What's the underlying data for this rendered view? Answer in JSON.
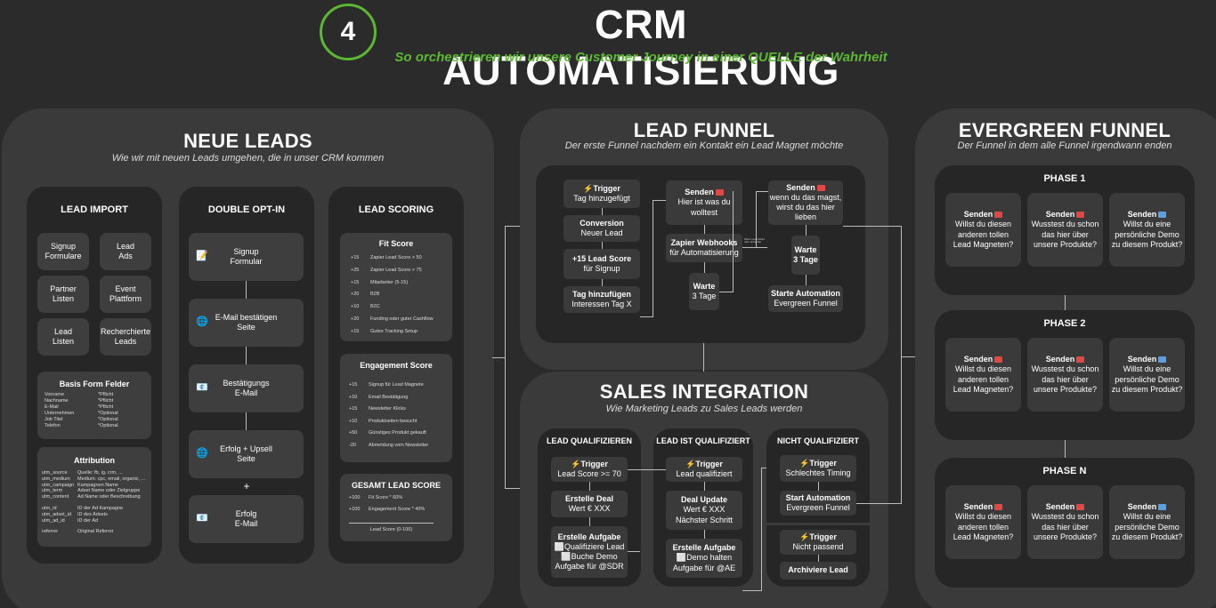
{
  "header": {
    "step_number": "4",
    "title": "CRM AUTOMATISIERUNG",
    "subtitle": "So orchestrieren wir unsere Customer Journey in einer QUELLE der Wahrheit",
    "accent": "#5cb832"
  },
  "neue_leads": {
    "title": "NEUE LEADS",
    "subtitle": "Wie wir mit neuen Leads umgehen, die in unser CRM kommen",
    "lead_import": {
      "title": "LEAD IMPORT",
      "items": [
        [
          "Signup",
          "Formulare"
        ],
        [
          "Lead",
          "Ads"
        ],
        [
          "Partner",
          "Listen"
        ],
        [
          "Event",
          "Plattform"
        ],
        [
          "Lead",
          "Listen"
        ],
        [
          "Recherchierte",
          "Leads"
        ]
      ],
      "basis_title": "Basis Form Felder",
      "basis_fields": [
        [
          "Vorname",
          "*Pflicht"
        ],
        [
          "Nachname",
          "*Pflicht"
        ],
        [
          "E-Mail",
          "*Pflicht"
        ],
        [
          "Unternehmen",
          "*Optional"
        ],
        [
          "Job Titel",
          "*Optional"
        ],
        [
          "Telefon",
          "*Optional"
        ]
      ],
      "attribution_title": "Attribution",
      "attribution_rows": [
        [
          "utm_source",
          "Quelle: fb, ig, crm, ..."
        ],
        [
          "utm_medium",
          "Medium: cpc, email, organic, ..."
        ],
        [
          "utm_campaign",
          "Kampagnen Name"
        ],
        [
          "utm_term",
          "Adset Name oder Zielgruppe"
        ],
        [
          "utm_content",
          "Ad Name oder Beschreibung"
        ],
        [
          "utm_id",
          "ID der Ad Kampagne"
        ],
        [
          "utm_adset_id",
          "ID des Adsets"
        ],
        [
          "utm_ad_id",
          "ID der Ad"
        ],
        [
          "referrer",
          "Original Referrer"
        ]
      ]
    },
    "double_opt_in": {
      "title": "DOUBLE OPT-IN",
      "steps": [
        [
          "Signup",
          "Formular"
        ],
        [
          "E-Mail bestätigen",
          "Seite"
        ],
        [
          "Bestätigungs",
          "E-Mail"
        ],
        [
          "Erfolg + Upsell",
          "Seite"
        ],
        [
          "Erfolg",
          "E-Mail"
        ]
      ],
      "plus": "+"
    },
    "lead_scoring": {
      "title": "LEAD SCORING",
      "fit_title": "Fit Score",
      "fit_rows": [
        [
          "+15",
          "Zapier Lead Score > 50"
        ],
        [
          "+25",
          "Zapier Lead Score > 75"
        ],
        [
          "+15",
          "Mitarbeiter (5-15)"
        ],
        [
          "+20",
          "B2B"
        ],
        [
          "+10",
          "B2C"
        ],
        [
          "+20",
          "Funding oder guter Cashflow"
        ],
        [
          "+15",
          "Gutes Tracking Setup"
        ]
      ],
      "engagement_title": "Engagement Score",
      "engagement_rows": [
        [
          "+15",
          "Signup für Lead Magnete"
        ],
        [
          "+10",
          "Email Bestätigung"
        ],
        [
          "+15",
          "Newsletter Klicks"
        ],
        [
          "+10",
          "Produktseiten besucht"
        ],
        [
          "+50",
          "Günstiges Produkt gekauft"
        ],
        [
          "-20",
          "Abmeldung vom Newsletter"
        ]
      ],
      "total_title": "GESAMT LEAD SCORE",
      "total_rows": [
        [
          "+100",
          "Fit Score * 60%"
        ],
        [
          "+100",
          "Engagement Score * 40%"
        ]
      ],
      "total_result": "Lead Score (0-100)"
    }
  },
  "lead_funnel": {
    "title": "LEAD FUNNEL",
    "subtitle": "Der erste Funnel nachdem ein Kontakt ein Lead Magnet möchte",
    "col1": [
      [
        "⚡Trigger",
        "Tag hinzugefügt"
      ],
      [
        "Conversion",
        "Neuer Lead"
      ],
      [
        "+15 Lead Score",
        "für Signup"
      ],
      [
        "Tag hinzufügen",
        "Interessen Tag X"
      ]
    ],
    "col2": [
      [
        "Senden",
        "Hier ist was du",
        "wolltest"
      ],
      [
        "Zapier Webhooks",
        "für Automatisierung"
      ],
      [
        "Warte",
        "3 Tage"
      ]
    ],
    "col3": [
      [
        "Senden",
        "wenn du das magst,",
        "wirst du das hier",
        "lieben"
      ],
      [
        "Warte",
        "3 Tage"
      ],
      [
        "Starte Automation",
        "Evergreen Funnel"
      ]
    ],
    "branch_note": "Wenn Lead klickt oder antwortet"
  },
  "sales_integration": {
    "title": "SALES INTEGRATION",
    "subtitle": "Wie Marketing Leads zu Sales Leads werden",
    "columns": [
      {
        "title": "LEAD QUALIFIZIEREN",
        "nodes": [
          [
            "⚡Trigger",
            "Lead Score >= 70"
          ],
          [
            "Erstelle Deal",
            "Wert € XXX"
          ],
          [
            "Erstelle Aufgabe",
            "⬜Qualifiziere Lead",
            "⬜Buche Demo",
            "Aufgabe für @SDR"
          ]
        ]
      },
      {
        "title": "LEAD IST QUALIFIZIERT",
        "nodes": [
          [
            "⚡Trigger",
            "Lead qualifiziert"
          ],
          [
            "Deal Update",
            "Wert € XXX",
            "Nächster Schritt"
          ],
          [
            "Erstelle Aufgabe",
            "⬜Demo halten",
            "Aufgabe für @AE"
          ]
        ]
      },
      {
        "title": "NICHT QUALIFIZIERT",
        "nodes": [
          [
            "⚡Trigger",
            "Schlechtes Timing"
          ],
          [
            "Start Automation",
            "Evergreen Funnel"
          ],
          [
            "⚡Trigger",
            "Nicht passend"
          ],
          [
            "Archiviere Lead"
          ]
        ]
      }
    ]
  },
  "evergreen_funnel": {
    "title": "EVERGREEN FUNNEL",
    "subtitle": "Der Funnel in dem alle Funnel irgendwann enden",
    "phases": [
      {
        "title": "PHASE 1",
        "cards": [
          [
            "Senden",
            "Willst du diesen",
            "anderen tollen",
            "Lead Magneten?"
          ],
          [
            "Senden",
            "Wusstest du schon",
            "das hier über",
            "unsere Produkte?"
          ],
          [
            "Senden",
            "Willst du eine",
            "persönliche Demo",
            "zu diesem Produkt?"
          ]
        ]
      },
      {
        "title": "PHASE 2",
        "cards": [
          [
            "Senden",
            "Willst du diesen",
            "anderen tollen",
            "Lead Magneten?"
          ],
          [
            "Senden",
            "Wusstest du schon",
            "das hier über",
            "unsere Produkte?"
          ],
          [
            "Senden",
            "Willst du eine",
            "persönliche Demo",
            "zu diesem Produkt?"
          ]
        ]
      },
      {
        "title": "PHASE N",
        "cards": [
          [
            "Senden",
            "Willst du diesen",
            "anderen tollen",
            "Lead Magneten?"
          ],
          [
            "Senden",
            "Wusstest du schon",
            "das hier über",
            "unsere Produkte?"
          ],
          [
            "Senden",
            "Willst du eine",
            "persönliche Demo",
            "zu diesem Produkt?"
          ]
        ]
      }
    ]
  }
}
